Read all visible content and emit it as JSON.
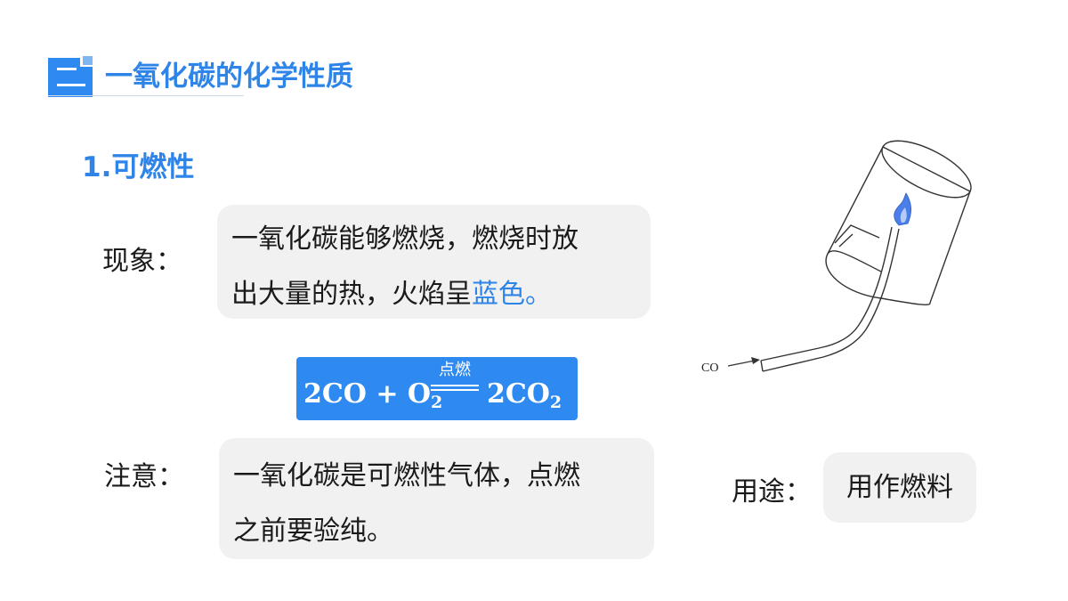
{
  "header": {
    "title": "一氧化碳的化学性质"
  },
  "section": {
    "title": "1.可燃性"
  },
  "phenomenon": {
    "label": "现象：",
    "line1": "一氧化碳能够燃烧，燃烧时放",
    "line2_prefix": "出大量的热，火焰呈",
    "line2_highlight": "蓝色。"
  },
  "equation": {
    "lhs": "2CO + O",
    "lhs_sub": "2",
    "condition": "点燃",
    "rhs": "2CO",
    "rhs_sub": "2"
  },
  "note": {
    "label": "注意：",
    "line1": "一氧化碳是可燃性气体，点燃",
    "line2": "之前要验纯。"
  },
  "usage": {
    "label": "用途：",
    "value": "用作燃料"
  },
  "illustration": {
    "inlet_label": "CO"
  },
  "colors": {
    "accent": "#2f84e8",
    "equation_bg": "#2e8af0",
    "card_bg": "#f1f1f1",
    "flame": "#4a7ee8"
  }
}
